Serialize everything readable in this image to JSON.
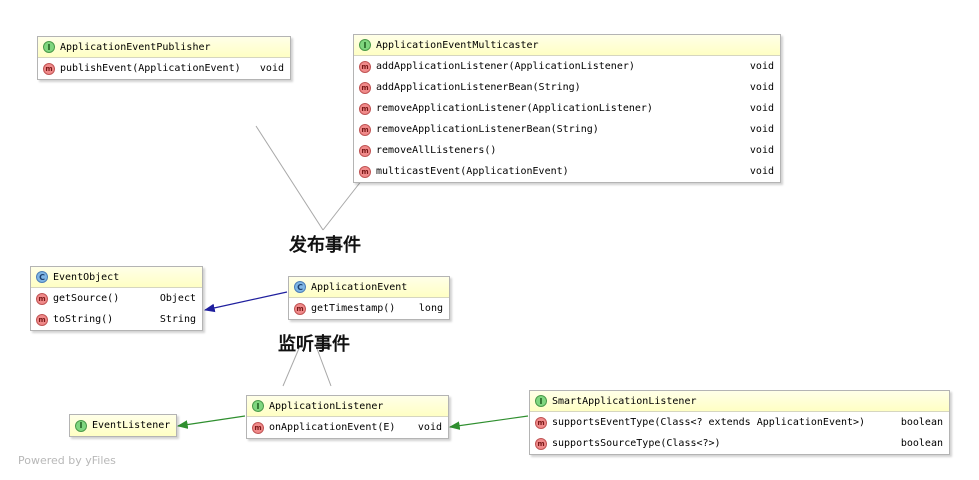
{
  "nodes": {
    "publisher": {
      "kind": "I",
      "name": "ApplicationEventPublisher",
      "members": [
        {
          "sig": "publishEvent(ApplicationEvent)",
          "ret": "void"
        }
      ]
    },
    "multicaster": {
      "kind": "I",
      "name": "ApplicationEventMulticaster",
      "members": [
        {
          "sig": "addApplicationListener(ApplicationListener)",
          "ret": "void"
        },
        {
          "sig": "addApplicationListenerBean(String)",
          "ret": "void"
        },
        {
          "sig": "removeApplicationListener(ApplicationListener)",
          "ret": "void"
        },
        {
          "sig": "removeApplicationListenerBean(String)",
          "ret": "void"
        },
        {
          "sig": "removeAllListeners()",
          "ret": "void"
        },
        {
          "sig": "multicastEvent(ApplicationEvent)",
          "ret": "void"
        }
      ]
    },
    "event_object": {
      "kind": "C",
      "name": "EventObject",
      "members": [
        {
          "sig": "getSource()",
          "ret": "Object"
        },
        {
          "sig": "toString()",
          "ret": "String"
        }
      ]
    },
    "application_event": {
      "kind": "C",
      "name": "ApplicationEvent",
      "members": [
        {
          "sig": "getTimestamp()",
          "ret": "long"
        }
      ]
    },
    "event_listener": {
      "kind": "I",
      "name": "EventListener",
      "members": []
    },
    "application_listener": {
      "kind": "I",
      "name": "ApplicationListener",
      "members": [
        {
          "sig": "onApplicationEvent(E)",
          "ret": "void"
        }
      ]
    },
    "smart_listener": {
      "kind": "I",
      "name": "SmartApplicationListener",
      "members": [
        {
          "sig": "supportsEventType(Class<? extends ApplicationEvent>)",
          "ret": "boolean"
        },
        {
          "sig": "supportsSourceType(Class<?>)",
          "ret": "boolean"
        }
      ]
    }
  },
  "labels": {
    "publish": "发布事件",
    "listen": "监听事件"
  },
  "watermark": "Powered by yFiles",
  "colors": {
    "extends_class_edge": "#1f1f9e",
    "extends_interface_edge": "#2f8f2f",
    "annotation_line": "#a8a8a8",
    "interface_badge": "#7fd67f",
    "class_badge": "#7fb6e6",
    "method_badge": "#f08a8a",
    "header_fill": "#ffffd0"
  },
  "icons": {
    "interface": "interface-icon",
    "class": "class-icon",
    "method": "method-icon"
  }
}
